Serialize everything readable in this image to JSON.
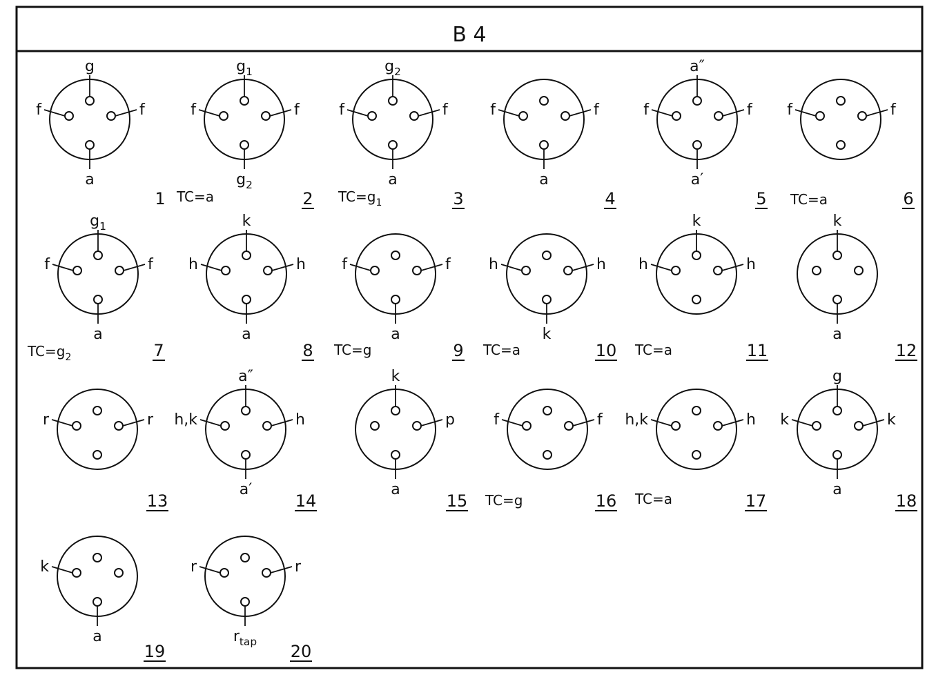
{
  "title": "B 4",
  "bases": [
    {
      "number": "1",
      "underline": false,
      "tc": null,
      "pins": {
        "top": {
          "t": "g"
        },
        "left": {
          "t": "f"
        },
        "right": {
          "t": "f"
        },
        "bottom": {
          "t": "a"
        }
      }
    },
    {
      "number": "2",
      "underline": true,
      "tc": {
        "t": "TC=a"
      },
      "pins": {
        "top": {
          "t": "g",
          "s": "1"
        },
        "left": {
          "t": "f"
        },
        "right": {
          "t": "f"
        },
        "bottom": {
          "t": "g",
          "s": "2"
        }
      }
    },
    {
      "number": "3",
      "underline": true,
      "tc": {
        "t": "TC=g",
        "s": "1"
      },
      "pins": {
        "top": {
          "t": "g",
          "s": "2"
        },
        "left": {
          "t": "f"
        },
        "right": {
          "t": "f"
        },
        "bottom": {
          "t": "a"
        }
      }
    },
    {
      "number": "4",
      "underline": true,
      "tc": null,
      "pins": {
        "left": {
          "t": "f"
        },
        "right": {
          "t": "f"
        },
        "bottom": {
          "t": "a"
        }
      }
    },
    {
      "number": "5",
      "underline": true,
      "tc": null,
      "pins": {
        "top": {
          "t": "a″"
        },
        "left": {
          "t": "f"
        },
        "right": {
          "t": "f"
        },
        "bottom": {
          "t": "a′"
        }
      }
    },
    {
      "number": "6",
      "underline": true,
      "tc": {
        "t": "TC=a"
      },
      "pins": {
        "left": {
          "t": "f"
        },
        "right": {
          "t": "f"
        }
      }
    },
    {
      "number": "7",
      "underline": true,
      "tc": {
        "t": "TC=g",
        "s": "2"
      },
      "pins": {
        "top": {
          "t": "g",
          "s": "1"
        },
        "left": {
          "t": "f"
        },
        "right": {
          "t": "f"
        },
        "bottom": {
          "t": "a"
        }
      }
    },
    {
      "number": "8",
      "underline": true,
      "tc": null,
      "pins": {
        "top": {
          "t": "k"
        },
        "left": {
          "t": "h"
        },
        "right": {
          "t": "h"
        },
        "bottom": {
          "t": "a"
        }
      }
    },
    {
      "number": "9",
      "underline": true,
      "tc": {
        "t": "TC=g"
      },
      "pins": {
        "left": {
          "t": "f"
        },
        "right": {
          "t": "f"
        },
        "bottom": {
          "t": "a"
        }
      }
    },
    {
      "number": "10",
      "underline": true,
      "tc": {
        "t": "TC=a"
      },
      "pins": {
        "left": {
          "t": "h"
        },
        "right": {
          "t": "h"
        },
        "bottom": {
          "t": "k"
        }
      }
    },
    {
      "number": "11",
      "underline": true,
      "tc": {
        "t": "TC=a"
      },
      "pins": {
        "top": {
          "t": "k"
        },
        "left": {
          "t": "h"
        },
        "right": {
          "t": "h"
        }
      }
    },
    {
      "number": "12",
      "underline": true,
      "tc": null,
      "pins": {
        "top": {
          "t": "k"
        },
        "bottom": {
          "t": "a"
        }
      }
    },
    {
      "number": "13",
      "underline": true,
      "tc": null,
      "pins": {
        "left": {
          "t": "r"
        },
        "right": {
          "t": "r"
        }
      }
    },
    {
      "number": "14",
      "underline": true,
      "tc": null,
      "pins": {
        "top": {
          "t": "a″"
        },
        "left": {
          "t": "h,k"
        },
        "right": {
          "t": "h"
        },
        "bottom": {
          "t": "a′"
        }
      }
    },
    {
      "number": "15",
      "underline": true,
      "tc": null,
      "pins": {
        "top": {
          "t": "k"
        },
        "right": {
          "t": "p"
        },
        "bottom": {
          "t": "a"
        }
      }
    },
    {
      "number": "16",
      "underline": true,
      "tc": {
        "t": "TC=g"
      },
      "pins": {
        "left": {
          "t": "f"
        },
        "right": {
          "t": "f"
        }
      }
    },
    {
      "number": "17",
      "underline": true,
      "tc": {
        "t": "TC=a"
      },
      "pins": {
        "left": {
          "t": "h,k"
        },
        "right": {
          "t": "h"
        }
      }
    },
    {
      "number": "18",
      "underline": true,
      "tc": null,
      "pins": {
        "top": {
          "t": "g"
        },
        "left": {
          "t": "k"
        },
        "right": {
          "t": "k"
        },
        "bottom": {
          "t": "a"
        }
      }
    },
    {
      "number": "19",
      "underline": true,
      "tc": null,
      "pins": {
        "left": {
          "t": "k"
        },
        "bottom": {
          "t": "a"
        }
      }
    },
    {
      "number": "20",
      "underline": true,
      "tc": null,
      "pins": {
        "left": {
          "t": "r"
        },
        "right": {
          "t": "r"
        },
        "bottom": {
          "t": "r",
          "s": "tap"
        }
      }
    }
  ]
}
